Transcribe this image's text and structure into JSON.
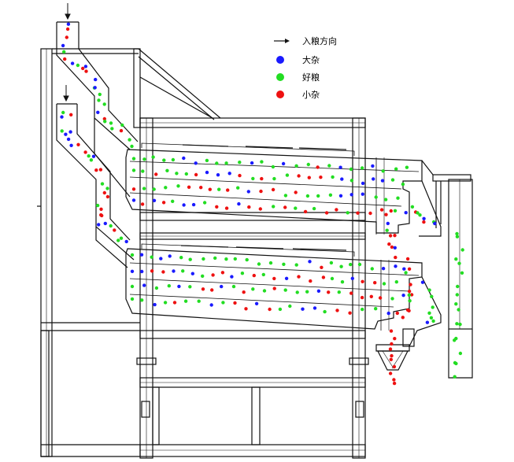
{
  "legend": {
    "items": [
      {
        "symbol": "arrow",
        "label": "入粮方向"
      },
      {
        "symbol": "dot",
        "color": "#1a1aff",
        "label": "大杂"
      },
      {
        "symbol": "dot",
        "color": "#22dd22",
        "label": "好粮"
      },
      {
        "symbol": "dot",
        "color": "#ee1111",
        "label": "小杂"
      }
    ]
  },
  "colors": {
    "line": "#111111",
    "large_impurity": "#1a1aff",
    "good_grain": "#22dd22",
    "small_impurity": "#ee1111"
  }
}
